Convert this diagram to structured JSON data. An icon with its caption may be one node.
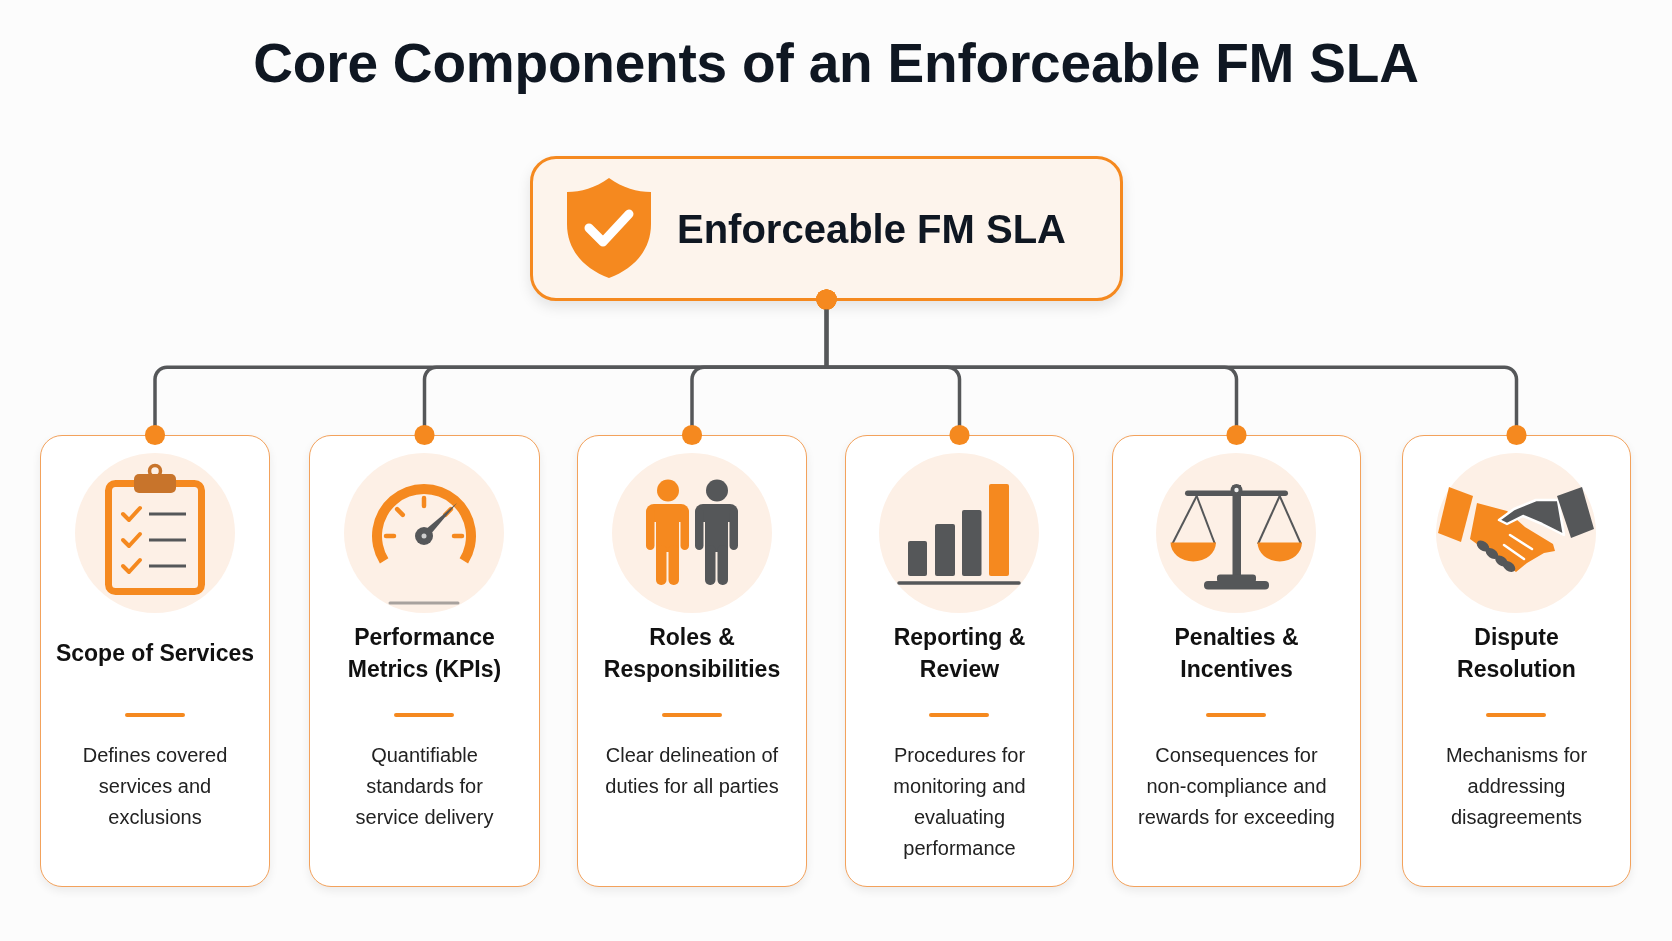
{
  "diagram": {
    "title": "Core Components of an Enforceable FM SLA",
    "nodes": [
      {
        "text": [
          "Enforceable FM SLA"
        ]
      },
      {
        "text": [
          "Scope of Services",
          "Defines covered services and exclusions"
        ]
      },
      {
        "text": [
          "Performance Metrics (KPIs)",
          "Quantifiable standards for service delivery"
        ]
      },
      {
        "text": [
          "Roles & Responsibilities",
          "Clear delineation of duties for all parties"
        ]
      },
      {
        "text": [
          "Reporting & Review",
          "Procedures for monitoring and evaluating performance"
        ]
      },
      {
        "text": [
          "Penalties & Incentives",
          "Consequences for non-compliance and rewards for exceeding"
        ]
      },
      {
        "text": [
          "Dispute Resolution",
          "Mechanisms for addressing disagreements"
        ]
      }
    ],
    "edges": [
      {
        "from": 0,
        "to": 1,
        "arrow": "other"
      },
      {
        "from": 0,
        "to": 2,
        "arrow": "other"
      },
      {
        "from": 0,
        "to": 3,
        "arrow": "other"
      },
      {
        "from": 0,
        "to": 4,
        "arrow": "other"
      },
      {
        "from": 0,
        "to": 5,
        "arrow": "other"
      },
      {
        "from": 0,
        "to": 6,
        "arrow": "other"
      }
    ]
  }
}
